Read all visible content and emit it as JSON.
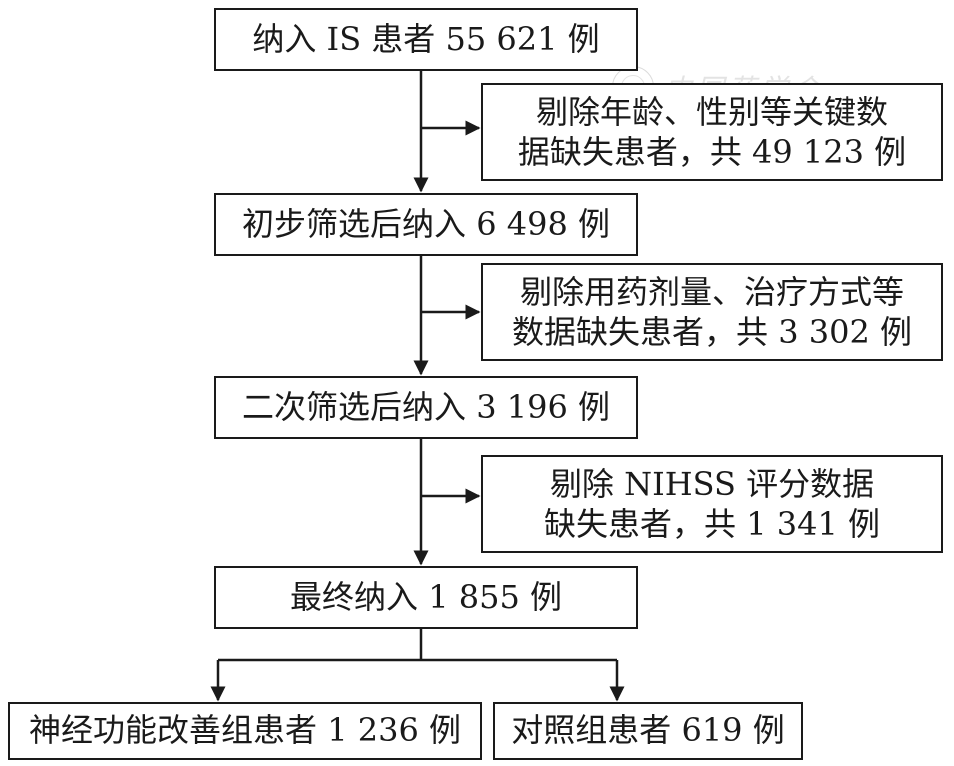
{
  "steps": {
    "initial": "纳入 IS 患者 55 621 例",
    "first_screen": "初步筛选后纳入 6 498 例",
    "second_screen": "二次筛选后纳入 3 196 例",
    "final": "最终纳入 1 855 例"
  },
  "exclusions": {
    "first": [
      "剔除年龄、性别等关键数",
      "据缺失患者，共 49 123 例"
    ],
    "second": [
      "剔除用药剂量、治疗方式等",
      "数据缺失患者，共 3 302 例"
    ],
    "third": [
      "剔除 NIHSS 评分数据",
      "缺失患者，共 1 341 例"
    ]
  },
  "groups": {
    "improved": "神经功能改善组患者 1 236 例",
    "control": "对照组患者 619 例"
  },
  "watermark": {
    "text": "中国药学会",
    "icon": "society-seal-icon"
  },
  "colors": {
    "stroke": "#1a1a1a",
    "background": "#ffffff",
    "watermark": "#b0b0b0"
  }
}
